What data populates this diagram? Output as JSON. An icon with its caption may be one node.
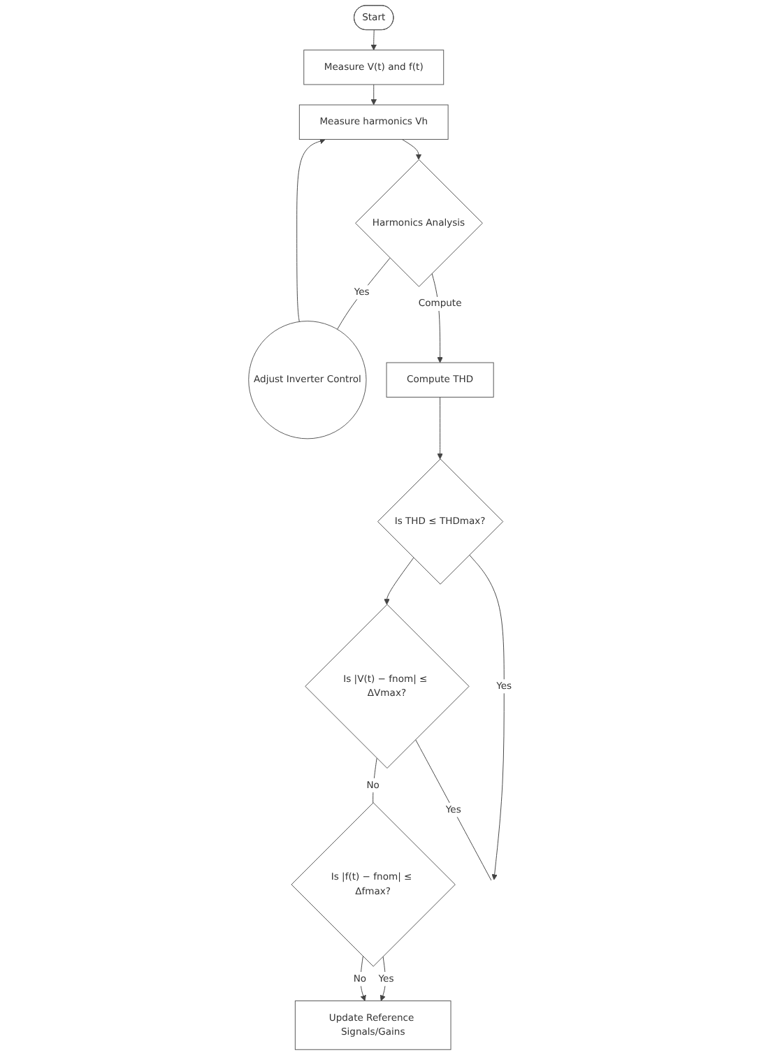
{
  "diagram": {
    "nodes": [
      {
        "text": [
          "Start"
        ]
      },
      {
        "text": [
          "Measure V(t) and f(t)"
        ]
      },
      {
        "text": [
          "Measure harmonics Vh"
        ]
      },
      {
        "text": [
          "Harmonics Analysis"
        ]
      },
      {
        "text": [
          "Adjust Inverter Control"
        ]
      },
      {
        "text": [
          "Compute THD"
        ]
      },
      {
        "text": [
          "Is THD ≤ THDmax?"
        ]
      },
      {
        "text": [
          "Is |V(t) − fnom| ≤ ΔVmax?"
        ]
      },
      {
        "text": [
          "Is |f(t) − fnom| ≤ Δfmax?"
        ]
      },
      {
        "text": [
          "Update Reference Signals/Gains"
        ]
      }
    ],
    "edges": [
      {
        "from": 0,
        "to": 1,
        "arrow": "to"
      },
      {
        "from": 1,
        "to": 2,
        "arrow": "to"
      },
      {
        "from": 2,
        "to": 3,
        "arrow": "to"
      },
      {
        "from": 3,
        "to": 4,
        "label": "Yes",
        "arrow": "none"
      },
      {
        "from": 4,
        "to": 2,
        "arrow": "to"
      },
      {
        "from": 3,
        "to": 5,
        "label": "Compute",
        "arrow": "to"
      },
      {
        "from": 5,
        "to": 6,
        "arrow": "to"
      },
      {
        "from": 6,
        "to": null,
        "label": "Yes",
        "arrow": "to"
      },
      {
        "from": 6,
        "to": 7,
        "arrow": "to"
      },
      {
        "from": 7,
        "to": null,
        "label": "Yes",
        "arrow": "none"
      },
      {
        "from": 7,
        "to": 8,
        "label": "No",
        "arrow": "none"
      },
      {
        "from": 8,
        "to": 9,
        "label": "Yes",
        "arrow": "to"
      },
      {
        "from": 8,
        "to": 9,
        "label": "No",
        "arrow": "to"
      }
    ]
  }
}
